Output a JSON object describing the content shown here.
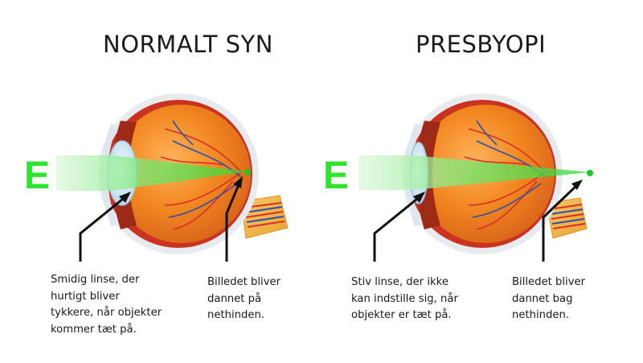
{
  "left": {
    "title": "NORMALT SYN",
    "letter": "E",
    "caption_lens": "Smidig linse, der\nhurtigt bliver\ntykkere, når objekter\nkommer tæt på.",
    "caption_image": "Billedet bliver\ndannet på\nnethinden."
  },
  "right": {
    "title": "PRESBYOPI",
    "letter": "E",
    "caption_lens": "Stiv linse, der ikke\nkan indstille sig, når\nobjekter er tæt på.",
    "caption_image": "Billedet bliver\ndannet bag\nnethinden."
  },
  "colors": {
    "light": "#27e327",
    "eyeball": "#f08020",
    "sclera_ring": "#e0e4ea",
    "lens": "#cfe6f5",
    "iris_dark": "#8a1e10",
    "artery": "#d6302a",
    "vein": "#2f4fae",
    "nerve": "#f5b540"
  }
}
